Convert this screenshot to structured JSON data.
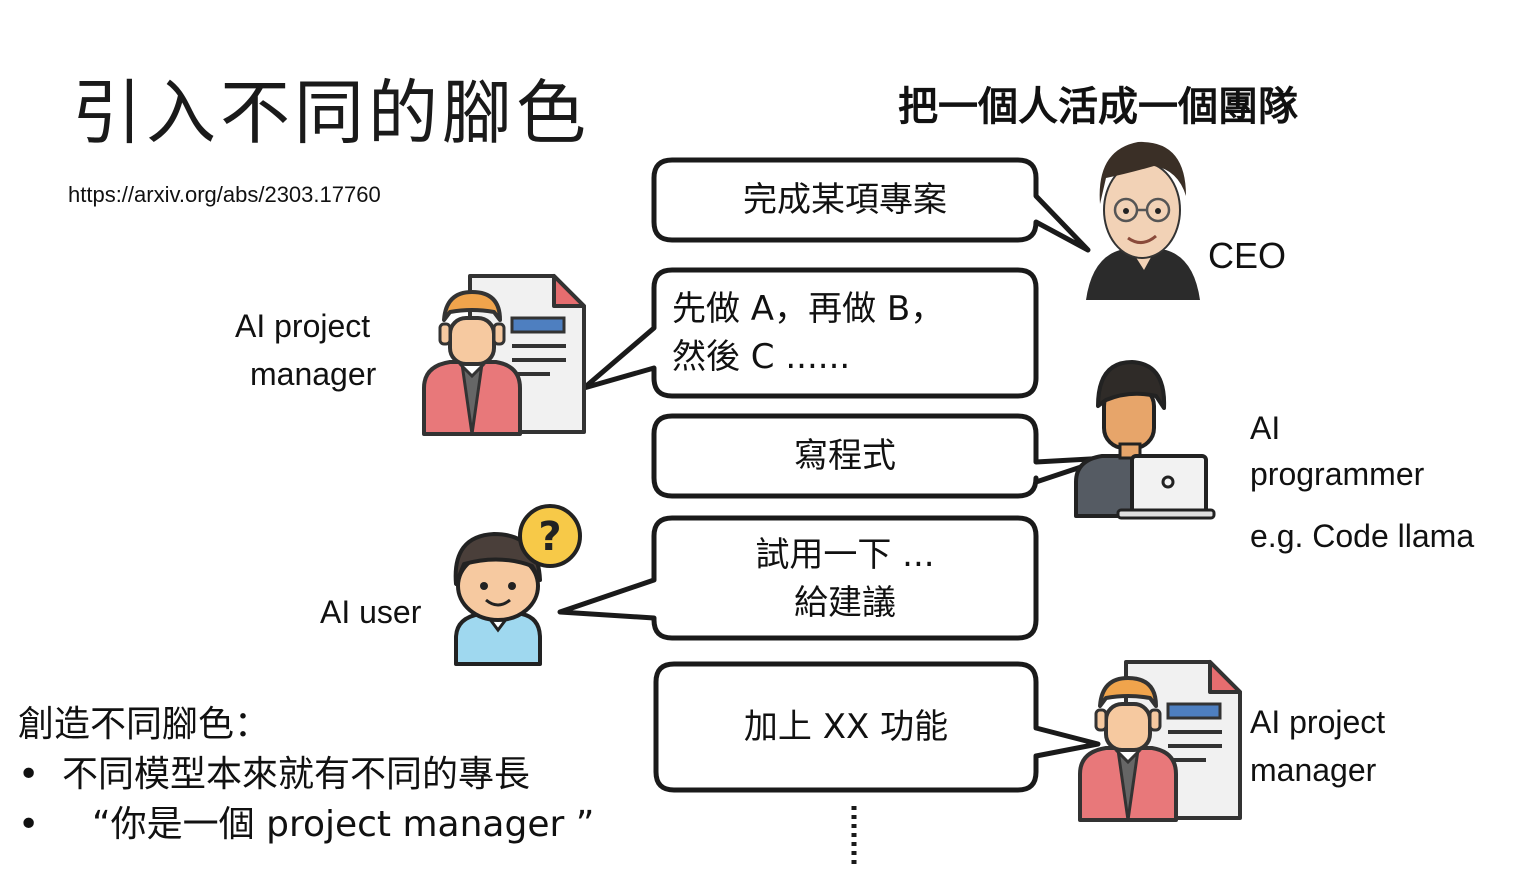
{
  "slide": {
    "title": "引入不同的腳色",
    "url": "https://arxiv.org/abs/2303.17760",
    "subtitle": "把一個人活成一個團隊"
  },
  "bubbles": [
    {
      "id": "ceo",
      "lines": [
        "完成某項專案"
      ]
    },
    {
      "id": "pm",
      "lines": [
        "先做 A，再做 B，",
        "然後 C ......"
      ]
    },
    {
      "id": "programmer",
      "lines": [
        "寫程式"
      ]
    },
    {
      "id": "user",
      "lines": [
        "試用一下 ...",
        "給建議"
      ]
    },
    {
      "id": "pm2",
      "lines": [
        "加上 XX 功能"
      ]
    }
  ],
  "roles": {
    "ceo": "CEO",
    "pm_left": [
      "AI project",
      "manager"
    ],
    "programmer": [
      "AI",
      "programmer"
    ],
    "programmer_example": "e.g. Code llama",
    "user": "AI user",
    "pm_right": [
      "AI project",
      "manager"
    ]
  },
  "notes": {
    "heading": "創造不同腳色：",
    "bullet_char": "•",
    "items": [
      "不同模型本來就有不同的專長",
      "“你是一個 project manager ”"
    ]
  },
  "icons": {
    "ceo_avatar": "man-with-glasses-avatar-icon",
    "pm_icon": "manager-with-document-icon",
    "programmer_icon": "programmer-with-laptop-icon",
    "user_icon": "confused-user-with-question-mark-icon",
    "question_mark": "?"
  },
  "colors": {
    "bubble_border": "#1a1a1a",
    "shirt_red": "#e8787a",
    "skin": "#f6c9a0",
    "hair_orange": "#f0a44c",
    "doc_blue": "#4e7fc0",
    "question_yellow": "#f7c948",
    "user_shirt": "#9fd8ef"
  }
}
